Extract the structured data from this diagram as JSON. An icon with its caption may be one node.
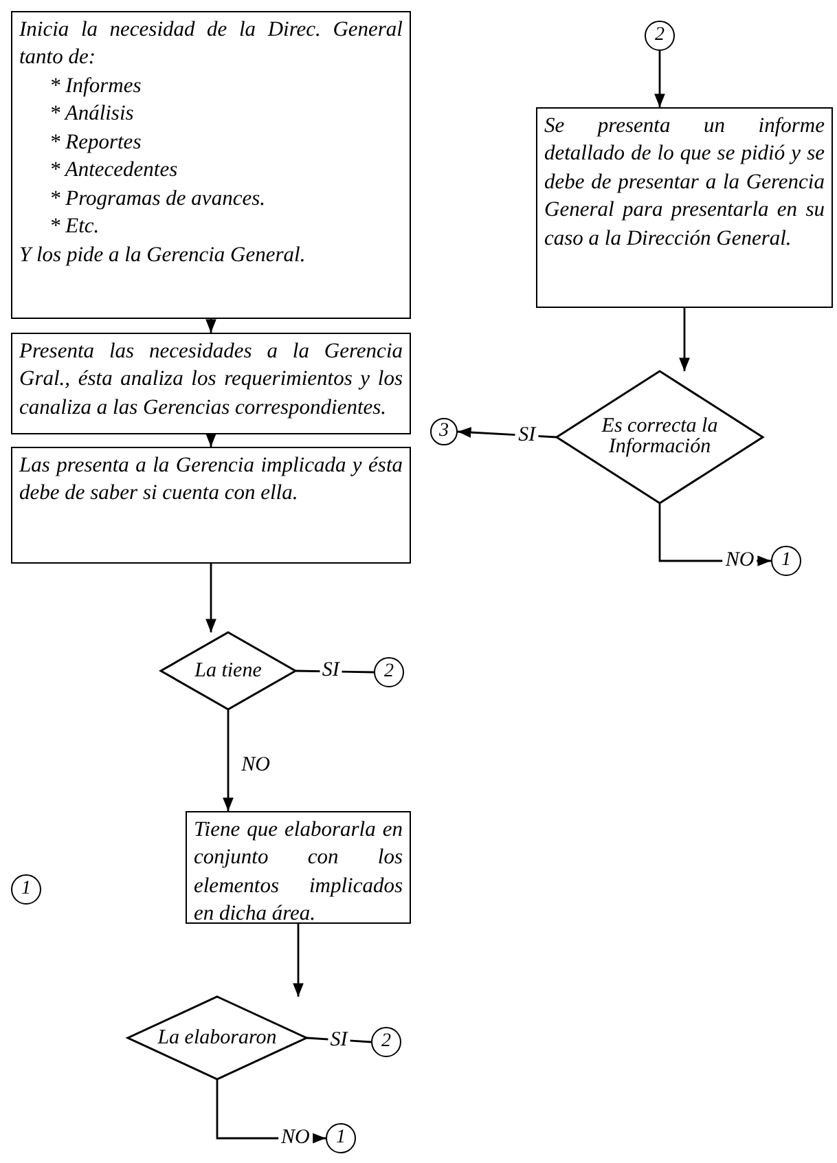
{
  "diagram": {
    "nodes": [
      {
        "text": [
          "Inicia la necesidad de la Direc. General tanto de:",
          "* Informes",
          "* Análisis",
          "* Reportes",
          "* Antecedentes",
          "* Programas de avances.",
          "* Etc.",
          "Y los pide a la Gerencia General."
        ]
      },
      {
        "text": [
          "Presenta las necesidades a la Gerencia Gral., ésta analiza los requerimientos y los canaliza a las Gerencias correspondientes."
        ]
      },
      {
        "text": [
          "Las presenta a la Gerencia implicada y ésta debe de saber si cuenta con ella."
        ]
      },
      {
        "text": [
          "La tiene"
        ]
      },
      {
        "text": [
          "2"
        ]
      },
      {
        "text": [
          "1"
        ]
      },
      {
        "text": [
          "Tiene que elaborarla en conjunto con los elementos implicados en dicha área."
        ]
      },
      {
        "text": [
          "La elaboraron"
        ]
      },
      {
        "text": [
          "2"
        ]
      },
      {
        "text": [
          "1"
        ]
      },
      {
        "text": [
          "2"
        ]
      },
      {
        "text": [
          "Se presenta un informe detallado de lo que se pidió y se debe de presentar a la Gerencia General para presentarla en su caso a la Dirección General."
        ]
      },
      {
        "text": [
          "Es correcta la Información"
        ]
      },
      {
        "text": [
          "3"
        ]
      },
      {
        "text": [
          "1"
        ]
      }
    ],
    "edges": [
      {
        "from": 0,
        "to": 1,
        "arrow": "to"
      },
      {
        "from": 1,
        "to": 2,
        "arrow": "to"
      },
      {
        "from": 2,
        "to": 3,
        "arrow": "to"
      },
      {
        "from": 3,
        "to": 4,
        "arrow": "none",
        "label": "SI"
      },
      {
        "from": 3,
        "to": 6,
        "arrow": "to",
        "label": "NO"
      },
      {
        "from": 6,
        "to": 7,
        "arrow": "to"
      },
      {
        "from": 7,
        "to": 8,
        "arrow": "none",
        "label": "SI"
      },
      {
        "from": 7,
        "to": 9,
        "arrow": "to",
        "label": "NO"
      },
      {
        "from": 10,
        "to": 11,
        "arrow": "to"
      },
      {
        "from": 11,
        "to": 12,
        "arrow": "to"
      },
      {
        "from": 12,
        "to": 13,
        "arrow": "to",
        "label": "SI"
      },
      {
        "from": 12,
        "to": 14,
        "arrow": "to",
        "label": "NO"
      }
    ]
  }
}
